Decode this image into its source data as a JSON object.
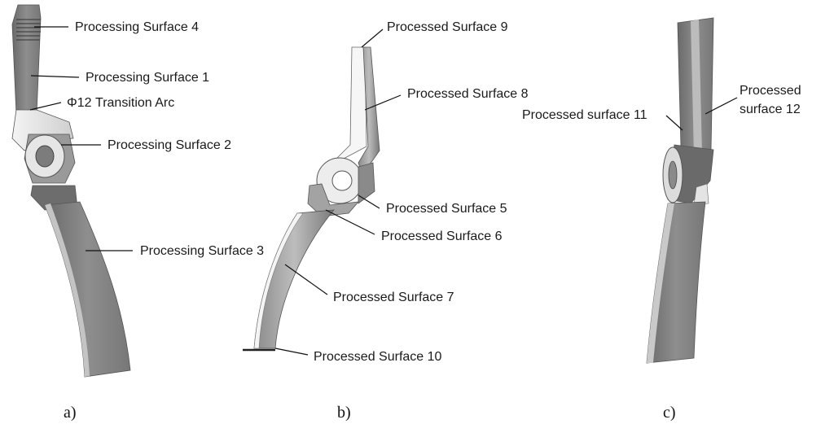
{
  "panel_a": {
    "caption": "a)",
    "labels": {
      "ps4": "Processing Surface 4",
      "ps1": "Processing Surface 1",
      "arc": "Φ12 Transition Arc",
      "ps2": "Processing Surface 2",
      "ps3": "Processing Surface 3"
    }
  },
  "panel_b": {
    "caption": "b)",
    "labels": {
      "s9": "Processed Surface 9",
      "s8": "Processed Surface 8",
      "s5": "Processed Surface 5",
      "s6": "Processed Surface 6",
      "s7": "Processed Surface 7",
      "s10": "Processed Surface 10"
    }
  },
  "panel_c": {
    "caption": "c)",
    "labels": {
      "s11": "Processed surface 11",
      "s12_line1": "Processed",
      "s12_line2": "surface 12"
    }
  },
  "colors": {
    "part_dark": "#6f6f6f",
    "part_mid": "#8c8c8c",
    "part_light": "#d8d8d8",
    "outline": "#555555"
  }
}
